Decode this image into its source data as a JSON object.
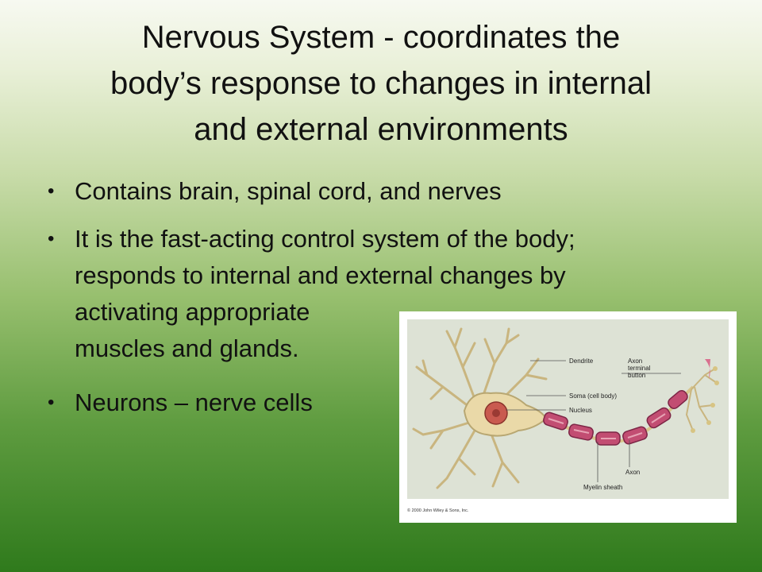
{
  "slide": {
    "title_lines": [
      "Nervous System -  coordinates the",
      "body’s response to changes in internal",
      "and external environments"
    ],
    "bullet_glyph": "•",
    "bullets": [
      {
        "lines": [
          "Contains brain, spinal cord, and nerves"
        ]
      },
      {
        "lines": [
          "It is the fast-acting control system of the body;",
          "responds to internal and external changes by",
          "activating appropriate",
          " muscles and glands."
        ]
      },
      {
        "lines": [
          "Neurons – nerve cells"
        ]
      }
    ]
  },
  "figure": {
    "labels": {
      "dendrite": "Dendrite",
      "axon_terminal": [
        "Axon",
        "terminal",
        "button"
      ],
      "soma": "Soma (cell body)",
      "nucleus": "Nucleus",
      "axon": "Axon",
      "myelin": "Myelin sheath"
    },
    "copyright": "© 2000 John Wiley & Sons, Inc.",
    "colors": {
      "cell_body": "#ead9a8",
      "cell_outline": "#b8a772",
      "nucleus": "#c95a4f",
      "myelin": "#c24d72",
      "myelin_inner": "#e7a3b4",
      "panel": "#dde2d5"
    }
  }
}
